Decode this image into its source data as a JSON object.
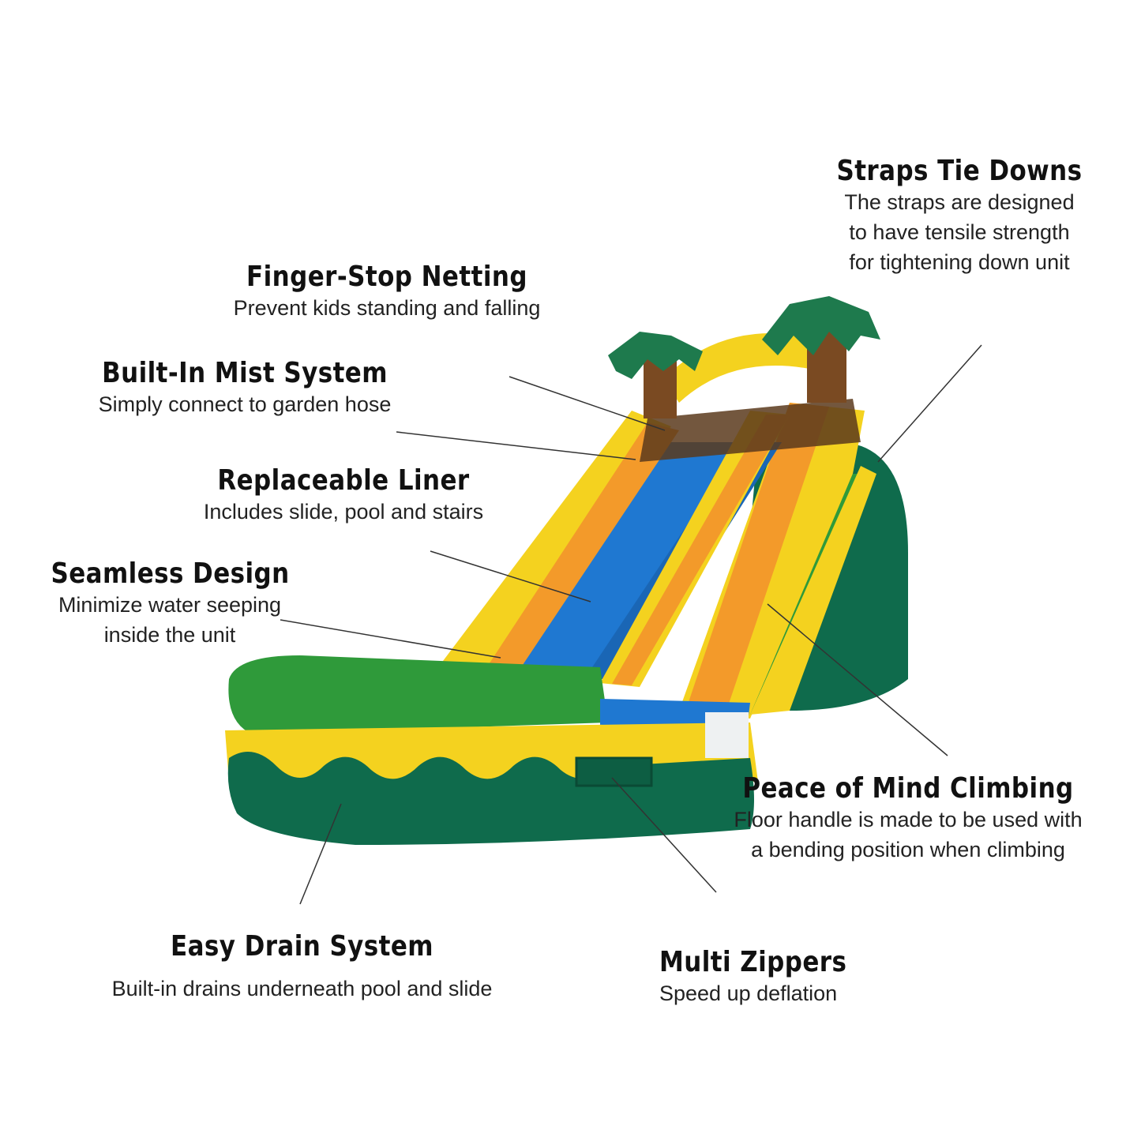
{
  "features": {
    "straps": {
      "title": "Straps Tie Downs",
      "lines": [
        "The straps are designed",
        "to have tensile strength",
        "for tightening down unit"
      ]
    },
    "netting": {
      "title": "Finger-Stop Netting",
      "lines": [
        "Prevent kids standing and falling"
      ]
    },
    "mist": {
      "title": "Built-In Mist System",
      "lines": [
        "Simply connect to garden hose"
      ]
    },
    "liner": {
      "title": "Replaceable Liner",
      "lines": [
        "Includes slide, pool and stairs"
      ]
    },
    "seamless": {
      "title": "Seamless Design",
      "lines": [
        "Minimize water seeping",
        "inside the unit"
      ]
    },
    "climbing": {
      "title": "Peace of Mind Climbing",
      "lines": [
        "Floor handle is made to be used with",
        "a bending position when climbing"
      ]
    },
    "drain": {
      "title": "Easy Drain System",
      "lines": [
        "Built-in drains underneath pool and slide"
      ]
    },
    "zippers": {
      "title": "Multi Zippers",
      "lines": [
        "Speed up deflation"
      ]
    }
  },
  "colors": {
    "green_dark": "#0f6b4c",
    "green": "#2f9a3a",
    "yellow": "#f4d21f",
    "orange": "#f39a2a",
    "blue": "#1f78d1",
    "brown": "#7a4a22",
    "leaf": "#1e7a4d"
  }
}
